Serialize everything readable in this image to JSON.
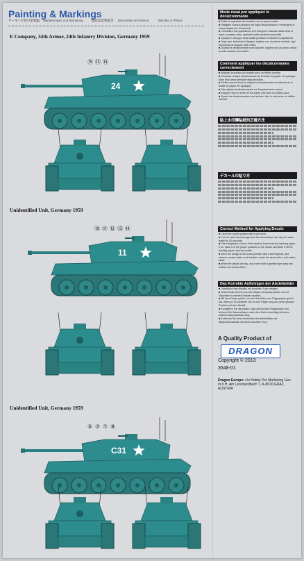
{
  "header": {
    "title": "Painting & Markings",
    "languages": [
      "マーキング及び塗装図",
      "Markierungen und Bemalung",
      "標誌及塗色指示",
      "Décoration et Peinture",
      "Marchio & Pittura"
    ]
  },
  "units": [
    {
      "title": "E Company, 34th Armor, 24th Infantry Division, Germany 1959",
      "turret_marking": "24",
      "callouts": [
        "⑮",
        "⑬",
        "⑭"
      ],
      "hull_color": "#2d8c8d"
    },
    {
      "title": "Unidentified Unit, Germany 1959",
      "turret_marking": "11",
      "callouts": [
        "⑮",
        "⑪",
        "⑫",
        "⑬",
        "⑭"
      ],
      "hull_color": "#2d8c8d"
    },
    {
      "title": "Unidentified Unit, Germany 1959",
      "turret_marking": "C31",
      "callouts": [
        "⑥",
        "⑦",
        "⑦",
        "⑧"
      ],
      "hull_color": "#2d8c8d"
    }
  ],
  "instructions": {
    "fr": {
      "title": "Mode éssai por appliquer le décalcommanie",
      "steps": [
        "Pulire la superficie del modello con un panno umido.",
        "Ritagliare ciascun disegno dal foglio decalcomanie e immergerlo in acqua tiepida per 20 secondi.",
        "Controllare con polpastrello se il disegno è staccato dalla carta di base; in questo caso, applicare sulla posizione prescritta.",
        "Spostare il disegno nella esatta posizione mediante il polpastrello.",
        "Dopo aver sistemato il disegno, togliere con un panno morbido ogni eccedenza di acqua e bolle d'aria.",
        "Quando le decalcomanie sono asciutte, togliere con un panno umido la colla rimasta sul modello."
      ]
    },
    "fr2": {
      "title": "Comment appliquer les décalcomanies correctement",
      "steps": [
        "Nettoyer la surface du modèle avec un chiffon humide.",
        "Découper chaque décalcomanie de la feuille de papier et la plonger dans l'eau tiède pendant vingt secondes.",
        "Vérifier avec le bout du doigt si la décalcomanie se détache de la feuille de papier et l'appliquer.",
        "Faire glisser la décalcomanie sur l'emplacement correct.",
        "Essuyer l'eau en excès et les bulles d'air avec un chiffon doux.",
        "Quand les décalcomanies sont sèches, ôter la colle avec un chiffon humide."
      ]
    },
    "cn": {
      "title": "貼上水印轉貼紙的正確方法",
      "line_count": 7
    },
    "jp": {
      "title": "デカールの貼り方",
      "line_count": 7
    },
    "en": {
      "title": "Correct Method for Applying Decals",
      "steps": [
        "Clean the model surface with a wet cloth.",
        "Cut out each decal design from the decal sheet, and dip it in warm water for 20 seconds.",
        "Use a fingertip to check if the decal is loose from the backing paper. If so, place it in the proper position on the model, and slide it off the backing paper onto the model.",
        "Move the design to the exact position with a wet fingertip, and remove excess water or air bubbles under the decal with a soft cotton swab.",
        "When the decals are dry, use a wet cloth to gently wipe away any residue left around them."
      ]
    },
    "de": {
      "title": "Das Korrekte Aufbringen der Abziehbilder",
      "steps": [
        "Oberfläche des Modells mit feuchtem Tuch reinigen.",
        "Jedes Motiv einzeln aus dem Bogen herausschneiden und 20 Sekunden in warmes Wasser tauchen.",
        "Mit dem Finger prüfen, ob sich das Motiv vom Trägerpapier gelöst hat. Wenn ja, es schieben Sie es vom Papier weg und seine genaue Position auf dem Modell.",
        "Korrigieren Sie die exakte Lage mit feuchter Fingerspitze und drücken Sie Wasserblasen unter dem Motiv vorsichtig mit einem weichen Baumwolltuch weg.",
        "Entfernen Sie beim Anrechnen der Abziehbilder die Wasserrückstände mit einem feuchten Tuch."
      ]
    }
  },
  "branding": {
    "quality": "A Quality Product of",
    "logo": "DRAGON",
    "copyright": "Copyright © 2013",
    "code": "3548-01",
    "address_label": "Dragon Europe:",
    "address": "c/o Hobby Pro Marketing Ges. m.b.H. Am Leonhardbach 7, A-8010 GRAZ, AUSTRIA"
  }
}
